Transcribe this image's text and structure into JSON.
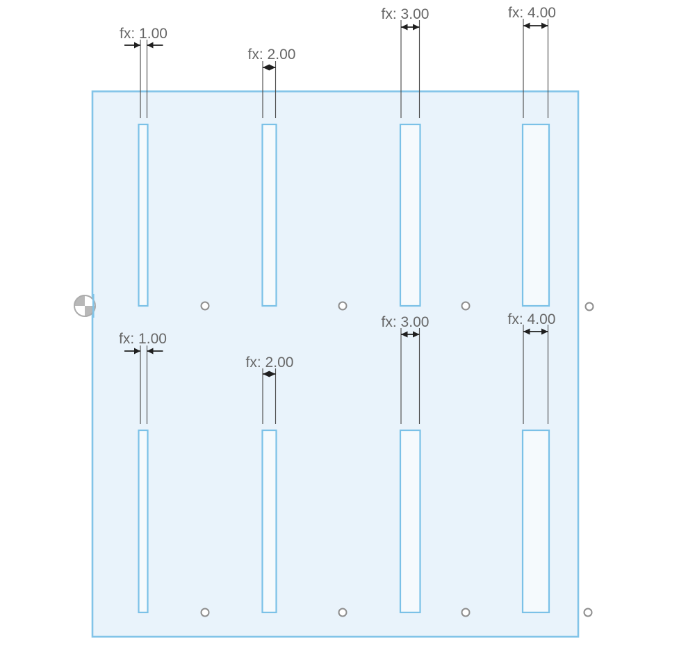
{
  "view": {
    "type": "cad-sketch-viewport",
    "background": "#ffffff"
  },
  "colors": {
    "plate_fill": "#e9f3fb",
    "plate_stroke": "#82c4e8",
    "slot_fill": "#f5fafd",
    "slot_stroke": "#7bc1e7",
    "dimension_line": "#1f1f1f",
    "extension_line": "#4d4d4d",
    "dimension_text": "#666666",
    "sketch_point_stroke": "#8e8e8e",
    "origin_gray": "#b5b5b5"
  },
  "icons": {
    "origin": "origin-quadrant-icon",
    "sketch_point": "sketch-point-circle"
  },
  "dims": {
    "top": [
      {
        "label": "fx: 1.00",
        "value": "1.00"
      },
      {
        "label": "fx: 2.00",
        "value": "2.00"
      },
      {
        "label": "fx: 3.00",
        "value": "3.00"
      },
      {
        "label": "fx: 4.00",
        "value": "4.00"
      }
    ],
    "bottom": [
      {
        "label": "fx: 1.00",
        "value": "1.00"
      },
      {
        "label": "fx: 2.00",
        "value": "2.00"
      },
      {
        "label": "fx: 3.00",
        "value": "3.00"
      },
      {
        "label": "fx: 4.00",
        "value": "4.00"
      }
    ]
  }
}
